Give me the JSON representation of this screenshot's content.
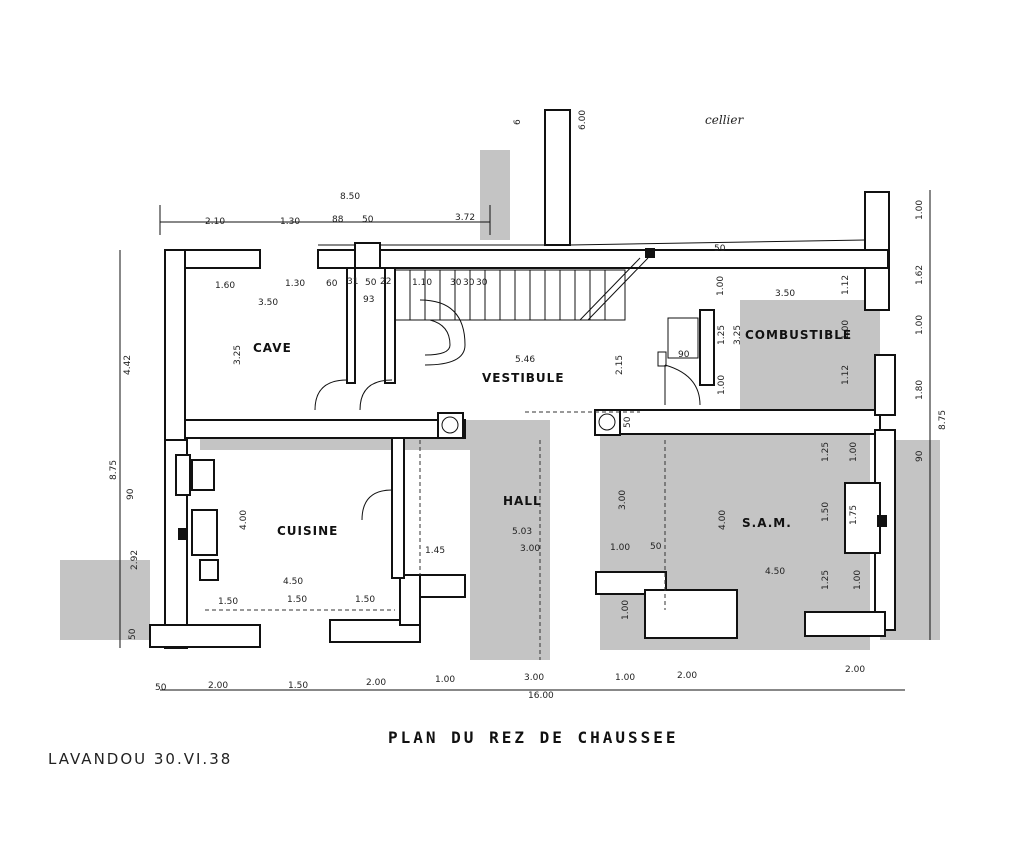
{
  "title": "PLAN DU REZ DE CHAUSSEE",
  "stamp": "LAVANDOU 30.VI.38",
  "note_top": "cellier",
  "rooms": {
    "cave": "CAVE",
    "vestibule": "VESTIBULE",
    "combustible": "COMBUSTIBLE",
    "cuisine": "CUISINE",
    "hall": "HALL",
    "sam": "S.A.M."
  },
  "dims": {
    "top_total": "8.50",
    "top_1": "2.10",
    "top_2": "1.30",
    "top_3": "88",
    "top_4": "50",
    "top_5": "3.72",
    "cave_w": "1.60",
    "cave_2": "1.30",
    "cave_3": "60",
    "cave_4": "31",
    "cave_5": "50",
    "cave_6": "22",
    "cave_7": "1.10",
    "stair_1": "30",
    "stair_2": "30",
    "stair_3": "30",
    "cave_len": "3.50",
    "cave_93": "93",
    "cave_h": "3.25",
    "left_442": "4.42",
    "left_875": "8.75",
    "left_90": "90",
    "left_292": "2.92",
    "left_50": "50",
    "vest_546": "5.46",
    "vest_215": "2.15",
    "comb_350": "3.50",
    "comb_100a": "1.00",
    "comb_125": "1.25",
    "comb_325": "3.25",
    "comb_90": "90",
    "comb_112a": "1.12",
    "comb_100b": "1.00",
    "comb_112b": "1.12",
    "comb_100c": "1.00",
    "comb_50": "50",
    "right_100": "1.00",
    "right_162": "1.62",
    "right_100b": "1.00",
    "right_180": "1.80",
    "right_875": "8.75",
    "right_90": "90",
    "cuis_400": "4.00",
    "cuis_450": "4.50",
    "cuis_150a": "1.50",
    "cuis_150b": "1.50",
    "cuis_150c": "1.50",
    "hall_145": "1.45",
    "hall_503": "5.03",
    "hall_300": "3.00",
    "hall_100": "1.00",
    "hall_50": "50",
    "sam_300": "3.00",
    "sam_400": "4.00",
    "sam_450": "4.50",
    "sam_125": "1.25",
    "sam_100": "1.00",
    "sam_150": "1.50",
    "sam_175": "1.75",
    "sam_125b": "1.25",
    "sam_100b": "1.00",
    "sam_100c": "1.00",
    "bot_1": "50",
    "bot_2": "2.00",
    "bot_3": "1.50",
    "bot_4": "2.00",
    "bot_5": "1.00",
    "bot_6": "3.00",
    "bot_7": "1.00",
    "bot_8": "2.00",
    "bot_9": "2.00",
    "bot_total": "16.00",
    "top_600": "6.00",
    "top_6": "6",
    "wall_50": "50"
  }
}
